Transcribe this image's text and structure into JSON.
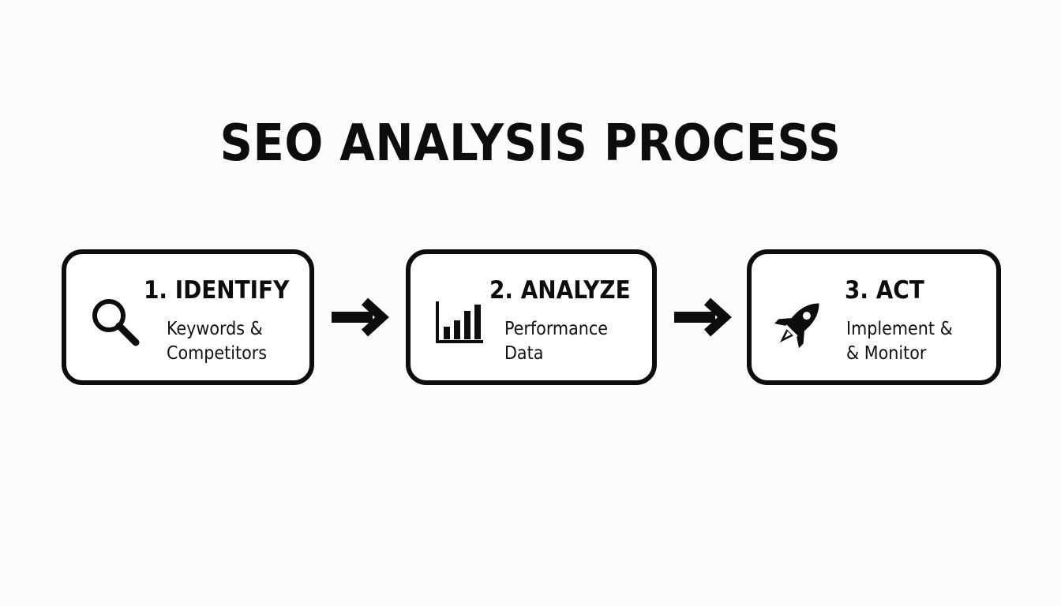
{
  "title": "SEO ANALYSIS PROCESS",
  "steps": [
    {
      "heading": "1. IDENTIFY",
      "desc_lines": [
        "Keywords &",
        "Competitors"
      ],
      "icon": "magnifier-icon"
    },
    {
      "heading": "2. ANALYZE",
      "desc_lines": [
        "Performance",
        "Data"
      ],
      "icon": "bar-chart-icon"
    },
    {
      "heading": "3. ACT",
      "desc_lines": [
        "Implement &",
        "& Monitor"
      ],
      "icon": "rocket-icon"
    }
  ],
  "connectors": [
    "right-arrow-icon",
    "right-arrow-icon"
  ],
  "colors": {
    "ink": "#0d0d0d",
    "background": "#fcfcfc",
    "box_fill": "#ffffff"
  }
}
